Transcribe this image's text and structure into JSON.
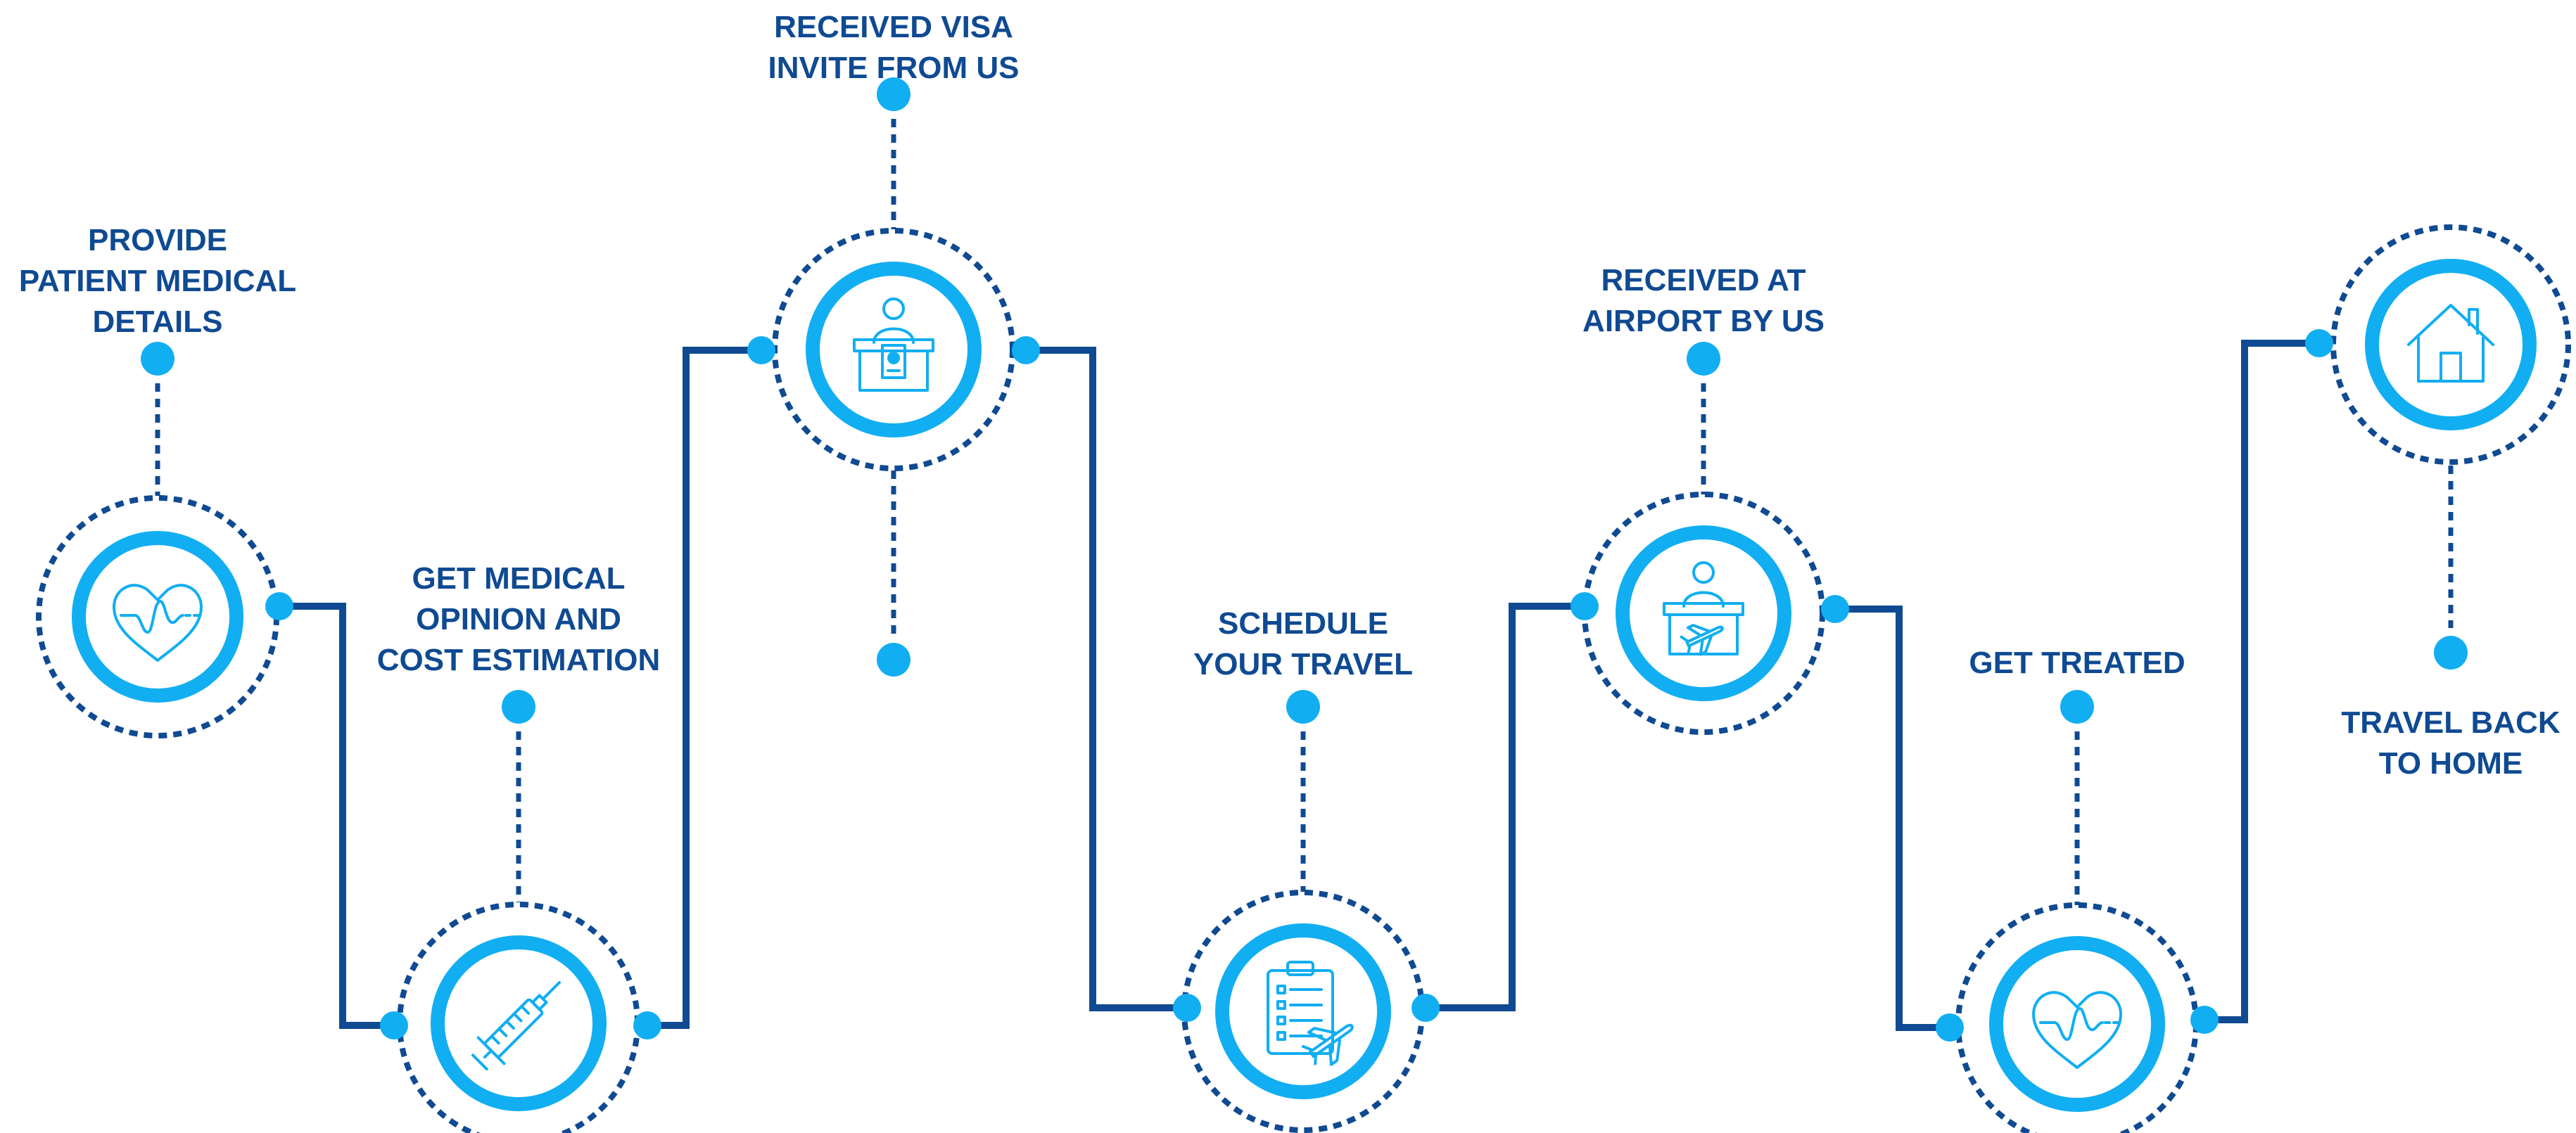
{
  "colors": {
    "dark_blue": "#0f4a92",
    "light_blue": "#12aef2",
    "background": "#ffffff"
  },
  "steps": [
    {
      "id": "provide-details",
      "label_lines": [
        "PROVIDE",
        "PATIENT MEDICAL",
        "DETAILS"
      ],
      "icon": "heart-pulse-icon"
    },
    {
      "id": "medical-opinion",
      "label_lines": [
        "GET MEDICAL",
        "OPINION AND",
        "COST ESTIMATION"
      ],
      "icon": "syringe-icon"
    },
    {
      "id": "visa-invite",
      "label_lines": [
        "RECEIVED VISA",
        "INVITE FROM US"
      ],
      "icon": "reception-desk-passport-icon"
    },
    {
      "id": "schedule-travel",
      "label_lines": [
        "SCHEDULE",
        "YOUR TRAVEL"
      ],
      "icon": "clipboard-plane-icon"
    },
    {
      "id": "airport-reception",
      "label_lines": [
        "RECEIVED AT",
        "AIRPORT BY US"
      ],
      "icon": "airport-desk-icon"
    },
    {
      "id": "get-treated",
      "label_lines": [
        "GET TREATED"
      ],
      "icon": "heart-pulse-icon"
    },
    {
      "id": "travel-home",
      "label_lines": [
        "TRAVEL BACK",
        "TO HOME"
      ],
      "icon": "house-icon"
    }
  ]
}
